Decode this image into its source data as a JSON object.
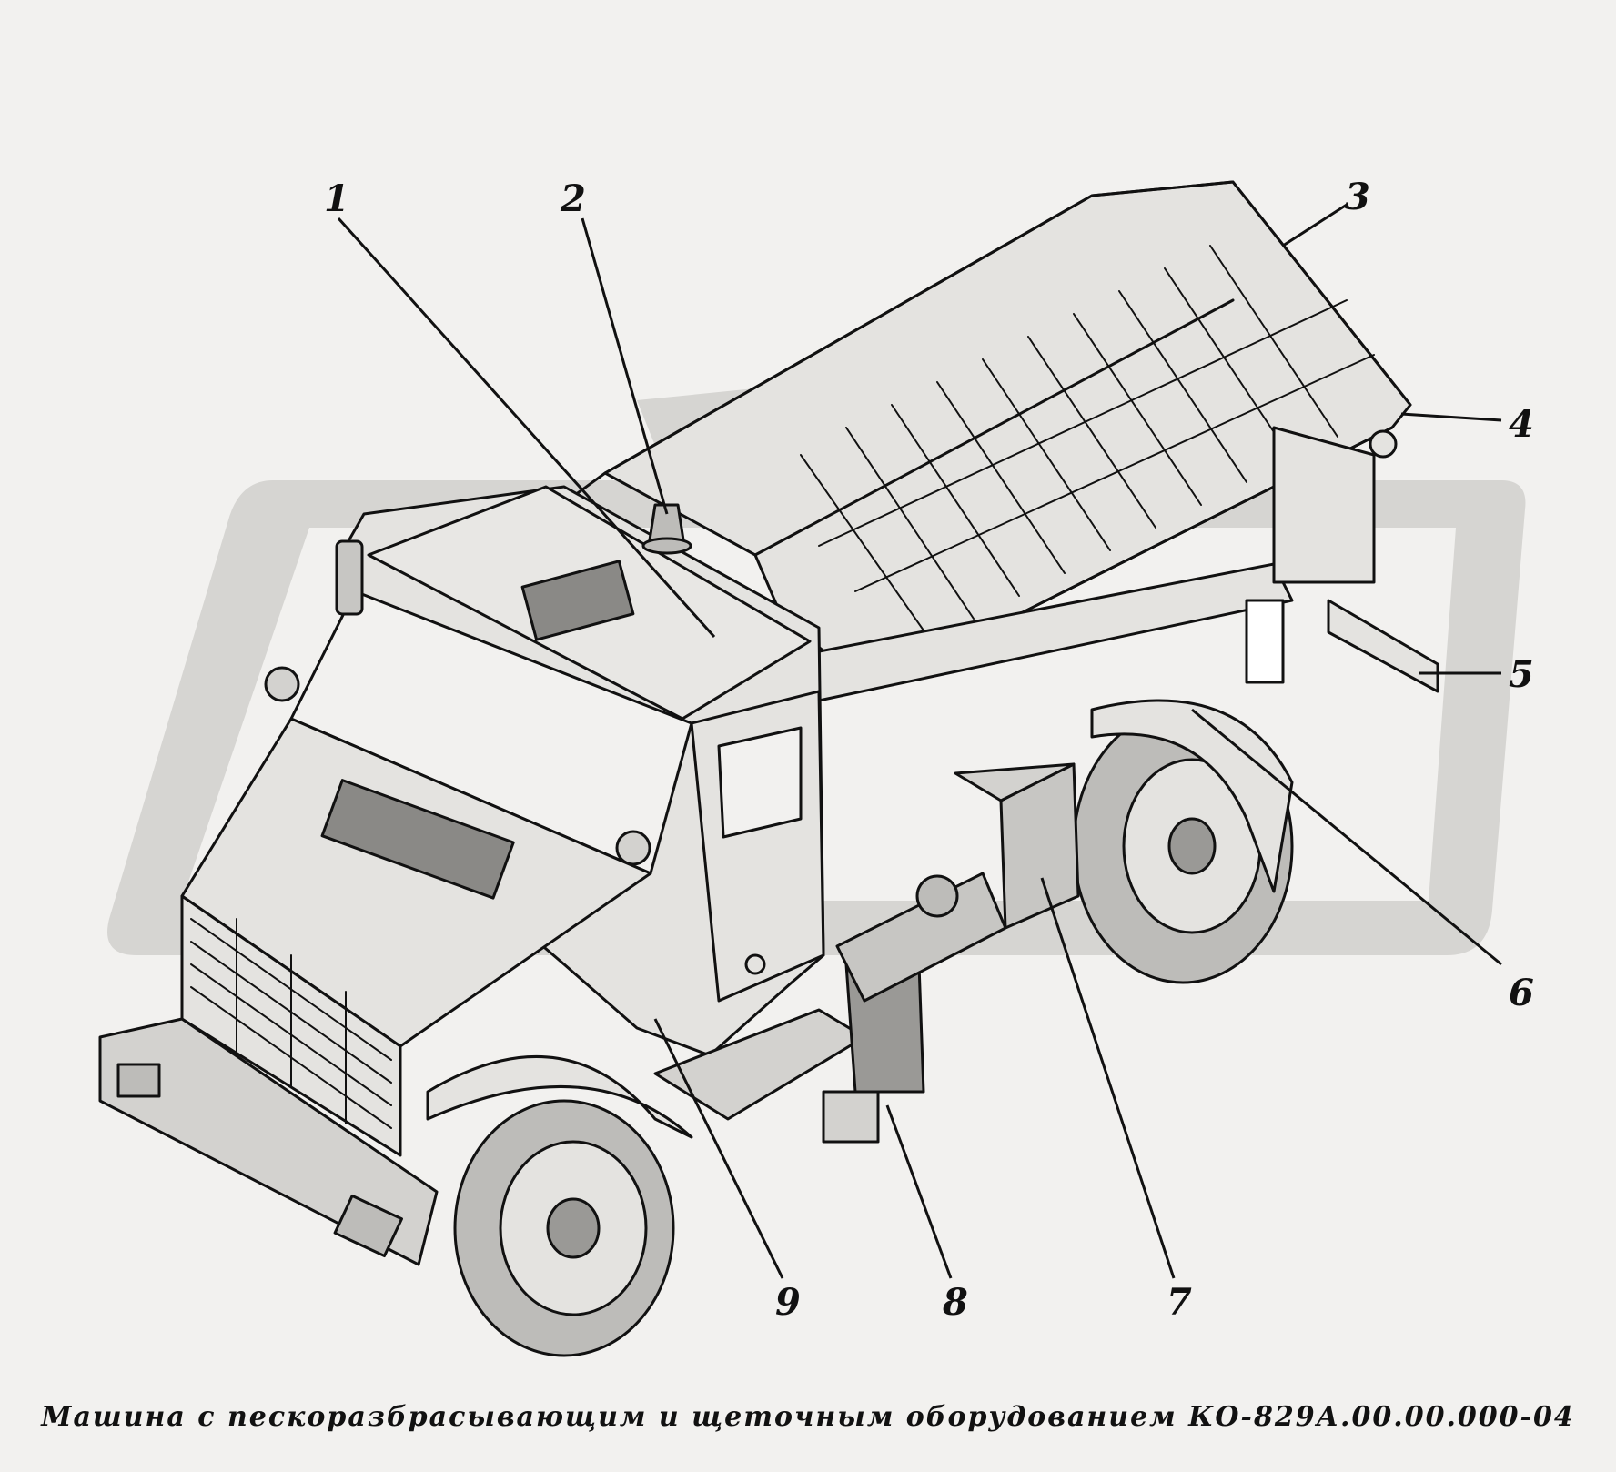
{
  "figure": {
    "caption": "Машина с пескоразбрасывающим и щеточным оборудованием КО-829А.00.00.000-04",
    "callouts": [
      {
        "label": "1"
      },
      {
        "label": "2"
      },
      {
        "label": "3"
      },
      {
        "label": "4"
      },
      {
        "label": "5"
      },
      {
        "label": "6"
      },
      {
        "label": "7"
      },
      {
        "label": "8"
      },
      {
        "label": "9"
      }
    ]
  },
  "colors": {
    "background": "#f2f1ef",
    "ink": "#111111",
    "watermark": "#d6d5d2",
    "body_fill": "#e4e3e0",
    "glass_fill": "#8a8986"
  }
}
